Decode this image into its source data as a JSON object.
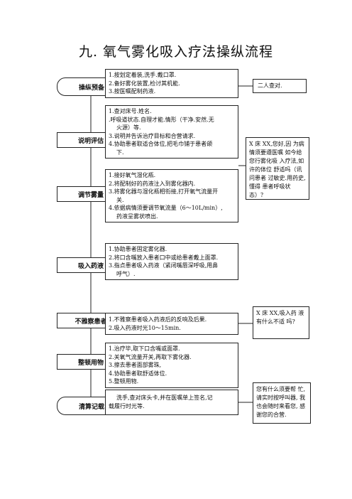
{
  "title": "九. 氧气雾化吸入疗法操纵流程",
  "steps": [
    {
      "label": "操纵预备",
      "lines": [
        "1.按划定着装,洗手.戴口罩.",
        "2.备好雾化装置,检讨其机能.",
        "3.按医嘱配制药液."
      ]
    },
    {
      "label": "说明评估",
      "lines": [
        "1.查对床号.姓名.",
        ".呼吸道状态.自理才能.情形（干净.安然.无",
        "火源）等.",
        "3.说明并告诉治疗目标和合营请求.",
        "4.协助患者取适合体位,把毛巾铺于患者颌",
        "下."
      ]
    },
    {
      "label": "调节雾量",
      "lines": [
        "1.接好氧气湿化瓶.",
        "2.将配制好的药液注入到雾化器内.",
        "3.将雾化器与湿化瓶相衔接,打开氧气流量开",
        "关.",
        "4.依据病情须要调节氧流量（6～10L/min）,",
        "药液呈雾状喷出."
      ]
    },
    {
      "label": "吸入药液",
      "lines": [
        "1.协助患者固定雾化器.",
        "2.将口含嘴放入患者口中或给患者戴上面罩.",
        "3.指点患者吸入药液（紧闭嘴唇深呼吸,用鼻",
        "呼气）."
      ]
    },
    {
      "label": "不雅察患者",
      "lines": [
        "1.不雅察患者吸入药液后的反响及后果.",
        "2.吸入药液时光10～15min."
      ]
    },
    {
      "label": "整顿用物",
      "lines": [
        "1.治疗毕,取下口含嘴或面罩.",
        "2.关氧气流量开关,再取下雾化器.",
        "3.擦去患者面部雾珠,",
        "4.协助患者取舒适体位.",
        "5.整顿用物."
      ]
    },
    {
      "label": "清算记载",
      "lines": [
        "洗手,查对床头卡,并在医嘱单上签名,记",
        "载履行时光等."
      ]
    }
  ],
  "notes": [
    {
      "lines": [
        "二人查对."
      ]
    },
    {
      "lines": [
        "X 床 XX,您好,因",
        "为病情须要遵医嘱",
        "如今给您行雾化吸",
        "入疗法,如许的体位",
        "舒适吗（讯问患者",
        "过敏史.用药史,懂得",
        "患者呼吸状态）？"
      ]
    },
    {
      "lines": [
        "X 床 XX,吸入药",
        "液有什么不适",
        "吗?"
      ]
    },
    {
      "lines": [
        "您有什么须要帮",
        "忙,请实时按呼叫器,",
        "我也会随时来看您,",
        "感谢您的合营."
      ]
    }
  ]
}
